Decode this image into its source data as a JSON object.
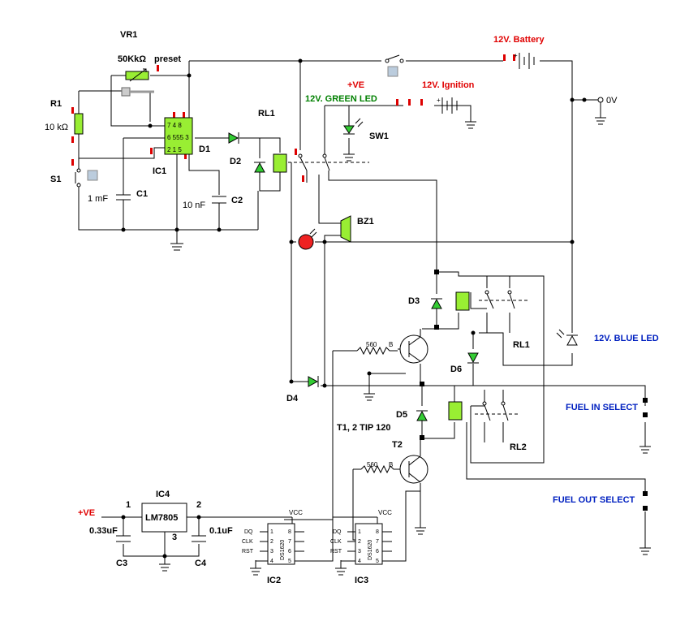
{
  "labels": {
    "vr1": "VR1",
    "vr1_value": "50KkΩ",
    "preset": "preset",
    "r1": "R1",
    "r1_value": "10 kΩ",
    "s1": "S1",
    "ic1": "IC1",
    "ic1_chip": "555",
    "c1": "C1",
    "c1_value": "1 mF",
    "c2": "C2",
    "c2_value": "10 nF",
    "d1": "D1",
    "d2": "D2",
    "rl1_top": "RL1",
    "battery": "12V. Battery",
    "ve_top": "+VE",
    "ignition": "12V. Ignition",
    "green_led": "12V. GREEN LED",
    "sw1": "SW1",
    "ov": "0V",
    "bz1": "BZ1",
    "d3": "D3",
    "rl1_right": "RL1",
    "blue_led": "12V. BLUE LED",
    "d6": "D6",
    "d4": "D4",
    "r560_a": "560",
    "b_a": "B",
    "d5": "D5",
    "t12": "T1, 2 TIP 120",
    "t2": "T2",
    "rl2": "RL2",
    "fuel_in": "FUEL IN SELECT",
    "fuel_out": "FUEL OUT SELECT",
    "r560_b": "560",
    "b_b": "B",
    "ve_bottom": "+VE",
    "ic4": "IC4",
    "lm7805": "LM7805",
    "pin1": "1",
    "pin2": "2",
    "pin3": "3",
    "c3_value": "0.33uF",
    "c4_value": "0.1uF",
    "c3": "C3",
    "c4": "C4",
    "vcc_a": "VCC",
    "vcc_b": "VCC",
    "ds1620": "DS1620",
    "ic2": "IC2",
    "ic3": "IC3",
    "pin_dq": "DQ",
    "pin_clk": "CLK",
    "pin_rst": "RST",
    "n1": "1",
    "n2": "2",
    "n3": "3",
    "n4": "4",
    "n5": "5",
    "n6": "6",
    "n7": "7",
    "n8": "8",
    "ic1_pins_top": "7 4 8",
    "ic1_pins_mid": "6 555 3",
    "ic1_pins_bot": "2 1 5"
  },
  "colors": {
    "relay_green": "#99ee33",
    "led_red": "#ee2222",
    "marker_red": "#dd0000",
    "label_red": "#e00000",
    "label_green": "#008000",
    "label_blue": "#0020c0"
  }
}
